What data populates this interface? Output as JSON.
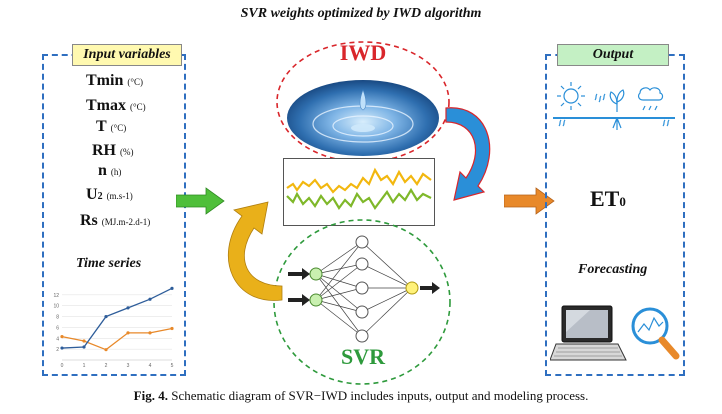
{
  "title": "SVR weights optimized by IWD algorithm",
  "input_panel": {
    "header": "Input variables",
    "variables": [
      {
        "name": "Tmin",
        "unit": "(°C)"
      },
      {
        "name": "Tmax",
        "unit": "(°C)"
      },
      {
        "name": "T",
        "unit": "(°C)"
      },
      {
        "name": "RH",
        "unit": "(%)"
      },
      {
        "name": "n",
        "unit": "(h)"
      },
      {
        "name": "U2",
        "unit": "(m.s-1)"
      },
      {
        "name": "Rs",
        "unit": "(MJ.m-2.d-1)"
      }
    ],
    "time_series_label": "Time series",
    "time_series_chart": {
      "x_ticks": [
        "0",
        "1",
        "2",
        "3",
        "4",
        "5"
      ],
      "y_ticks": [
        "2",
        "4",
        "6",
        "8",
        "10",
        "12"
      ],
      "blue_values": [
        2.2,
        2.4,
        8.0,
        9.6,
        11.2,
        13.2
      ],
      "orange_values": [
        4.3,
        3.5,
        1.9,
        5.0,
        5.0,
        5.8
      ],
      "blue_color": "#2e5d9a",
      "orange_color": "#e8892a"
    }
  },
  "center": {
    "iwd_label": "IWD",
    "svr_label": "SVR",
    "iwd_color": "#d9262b",
    "svr_color": "#2e9a3c"
  },
  "output_panel": {
    "header": "Output",
    "et_label": "ET",
    "et_subscript": "0",
    "forecasting_label": "Forecasting"
  },
  "caption": {
    "label": "Fig. 4.",
    "text": "Schematic diagram of SVR−IWD includes inputs, output and modeling process."
  },
  "colors": {
    "panel_border": "#2f6fc0",
    "input_header_bg": "#fff9b0",
    "output_header_bg": "#c4f0c4",
    "green_arrow": "#4fbf3a",
    "orange_arrow": "#e8892a",
    "blue_arrow": "#2a8fd8",
    "yellow_arrow": "#e9b01a"
  }
}
